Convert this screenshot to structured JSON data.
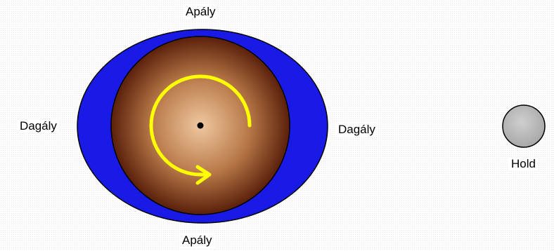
{
  "labels": {
    "top": "Apály",
    "bottom": "Apály",
    "left": "Dagály",
    "right": "Dagály",
    "moon": "Hold"
  },
  "colors": {
    "ocean": "#1a1ae6",
    "earth_center": "#f0c8a0",
    "earth_edge": "#5a200a",
    "rotation_arrow": "#ffff00",
    "moon": "#b8b8b8"
  },
  "icons": {
    "rotation": "clockwise-arrow-icon"
  }
}
